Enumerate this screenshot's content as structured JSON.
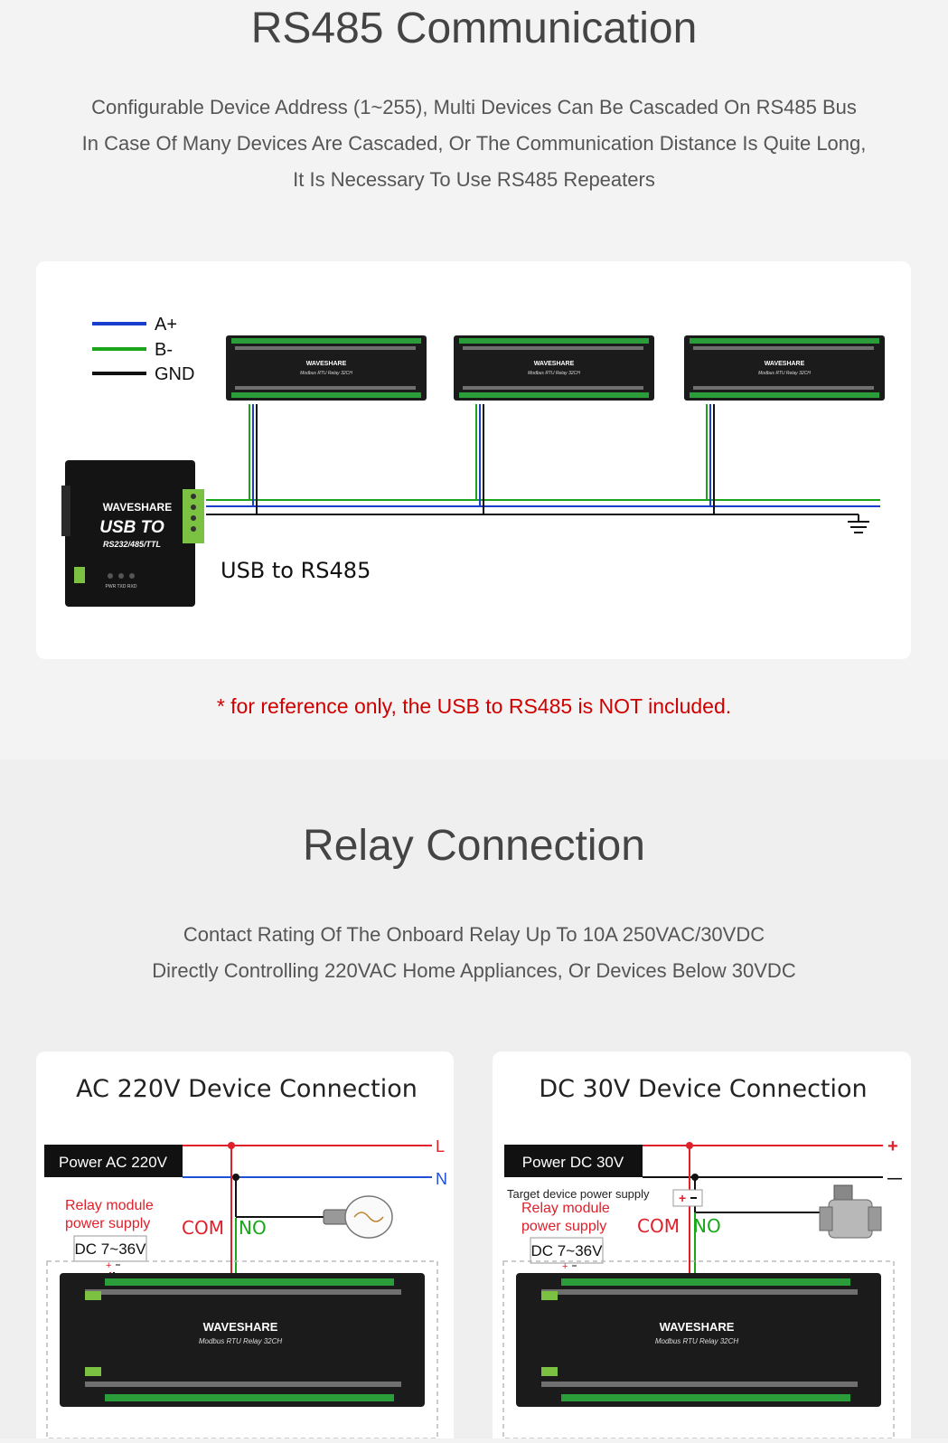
{
  "rs485": {
    "title": "RS485 Communication",
    "lines": [
      "Configurable Device Address (1~255), Multi Devices Can Be Cascaded On RS485 Bus",
      "In Case Of Many Devices Are Cascaded, Or The Communication Distance Is Quite Long,",
      "It Is Necessary To Use RS485 Repeaters"
    ],
    "legend": [
      {
        "label": "A+",
        "color": "#1a3fcf"
      },
      {
        "label": "B-",
        "color": "#1aa51a"
      },
      {
        "label": "GND",
        "color": "#111111"
      }
    ],
    "converter": {
      "brand": "WAVESHARE",
      "line1": "USB TO",
      "line2": "RS232/485/TTL",
      "leds": "PWR TXD RXD"
    },
    "relay_board": {
      "brand": "WAVESHARE",
      "model": "Modbus RTU Relay 32CH"
    },
    "converter_label": "USB to RS485",
    "note": "* for reference only, the USB to RS485 is NOT included."
  },
  "relay": {
    "title": "Relay Connection",
    "lines": [
      "Contact Rating Of The Onboard Relay Up To 10A 250VAC/30VDC",
      "Directly Controlling 220VAC Home Appliances, Or Devices Below 30VDC"
    ],
    "ac": {
      "title": "AC 220V Device Connection",
      "power": "Power AC 220V",
      "live": "L",
      "neutral": "N",
      "supply_line1": "Relay module",
      "supply_line2": "power supply",
      "supply_value": "DC 7~36V",
      "com": "COM",
      "no": "NO",
      "brand": "WAVESHARE",
      "model": "Modbus RTU Relay 32CH"
    },
    "dc": {
      "title": "DC 30V Device Connection",
      "power": "Power DC 30V",
      "plus": "+",
      "minus": "—",
      "target": "Target device power supply",
      "supply_line1": "Relay module",
      "supply_line2": "power supply",
      "supply_value": "DC 7~36V",
      "com": "COM",
      "no": "NO",
      "brand": "WAVESHARE",
      "model": "Modbus RTU Relay 32CH"
    },
    "colors": {
      "red": "#e0202a",
      "blue": "#1f4fd6",
      "green": "#18a818",
      "black": "#111111"
    }
  }
}
